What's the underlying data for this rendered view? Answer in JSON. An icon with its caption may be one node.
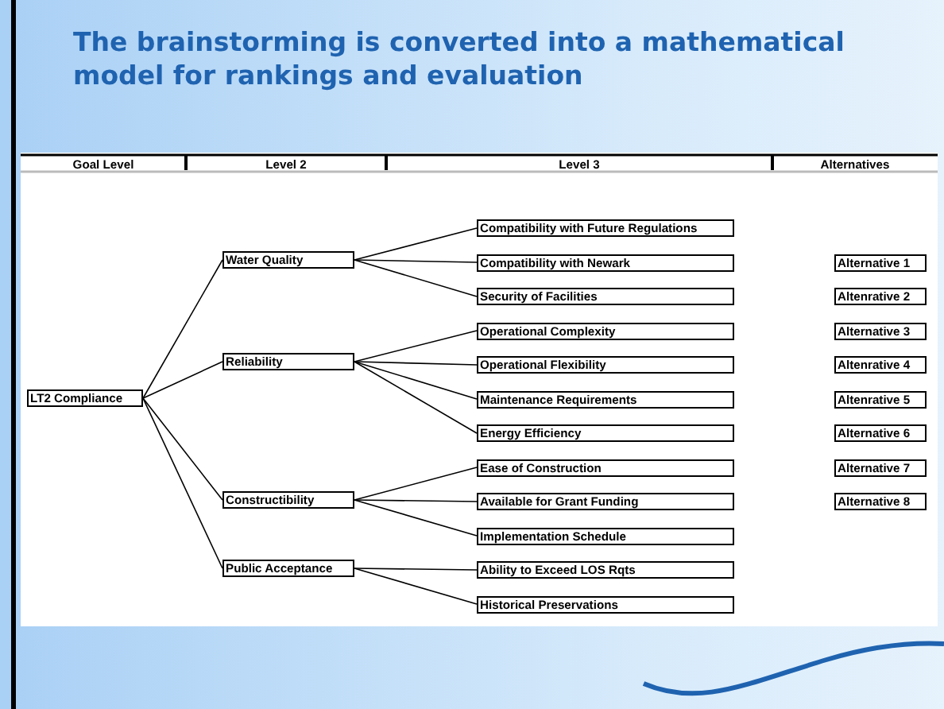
{
  "diagram": {
    "title": "The brainstorming is converted into a mathematical model for rankings and evaluation",
    "nodes": [
      {
        "text": [
          "LT2 Compliance"
        ]
      },
      {
        "text": [
          "Water Quality"
        ]
      },
      {
        "text": [
          "Compatibility with Future Regulations"
        ]
      },
      {
        "text": [
          "Compatibility with Newark"
        ]
      },
      {
        "text": [
          "Security of Facilities"
        ]
      },
      {
        "text": [
          "Reliability"
        ]
      },
      {
        "text": [
          "Operational Complexity"
        ]
      },
      {
        "text": [
          "Operational Flexibility"
        ]
      },
      {
        "text": [
          "Maintenance Requirements"
        ]
      },
      {
        "text": [
          "Energy Efficiency"
        ]
      },
      {
        "text": [
          "Constructibility"
        ]
      },
      {
        "text": [
          "Ease of Construction"
        ]
      },
      {
        "text": [
          "Available for Grant Funding"
        ]
      },
      {
        "text": [
          "Implementation Schedule"
        ]
      },
      {
        "text": [
          "Public Acceptance"
        ]
      },
      {
        "text": [
          "Ability to Exceed LOS Rqts"
        ]
      },
      {
        "text": [
          "Historical Preservations"
        ]
      },
      {
        "text": [
          "Alternative 1"
        ]
      },
      {
        "text": [
          "Altenrative 2"
        ]
      },
      {
        "text": [
          "Alternative 3"
        ]
      },
      {
        "text": [
          "Altenrative 4"
        ]
      },
      {
        "text": [
          "Altenrative 5"
        ]
      },
      {
        "text": [
          "Alternative 6"
        ]
      },
      {
        "text": [
          "Alternative 7"
        ]
      },
      {
        "text": [
          "Alternative 8"
        ]
      }
    ],
    "edges": [
      {
        "from": 0,
        "to": 1,
        "arrow": "none"
      },
      {
        "from": 0,
        "to": 5,
        "arrow": "none"
      },
      {
        "from": 0,
        "to": 10,
        "arrow": "none"
      },
      {
        "from": 0,
        "to": 14,
        "arrow": "none"
      },
      {
        "from": 1,
        "to": 2,
        "arrow": "none"
      },
      {
        "from": 1,
        "to": 3,
        "arrow": "none"
      },
      {
        "from": 1,
        "to": 4,
        "arrow": "none"
      },
      {
        "from": 5,
        "to": 6,
        "arrow": "none"
      },
      {
        "from": 5,
        "to": 7,
        "arrow": "none"
      },
      {
        "from": 5,
        "to": 8,
        "arrow": "none"
      },
      {
        "from": 5,
        "to": 9,
        "arrow": "none"
      },
      {
        "from": 10,
        "to": 11,
        "arrow": "none"
      },
      {
        "from": 10,
        "to": 12,
        "arrow": "none"
      },
      {
        "from": 10,
        "to": 13,
        "arrow": "none"
      },
      {
        "from": 14,
        "to": 15,
        "arrow": "none"
      },
      {
        "from": 14,
        "to": 16,
        "arrow": "none"
      }
    ],
    "labels": [
      "Goal Level",
      "Level 2",
      "Level 3",
      "Alternatives"
    ]
  }
}
